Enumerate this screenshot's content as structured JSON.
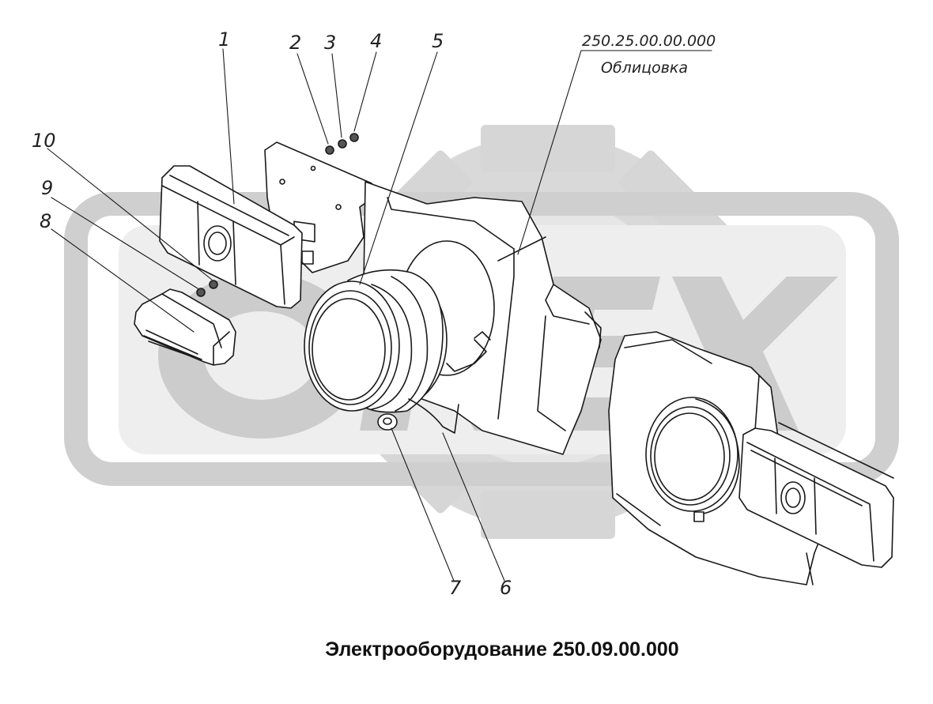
{
  "caption": "Электрооборудование 250.09.00.000",
  "reference": {
    "code": "250.25.00.00.000",
    "name": "Облицовка"
  },
  "watermark": {
    "text": "ORE X",
    "color": "#d6d6d6"
  },
  "callouts": [
    {
      "id": "1",
      "label": "1"
    },
    {
      "id": "2",
      "label": "2"
    },
    {
      "id": "3",
      "label": "3"
    },
    {
      "id": "4",
      "label": "4"
    },
    {
      "id": "5",
      "label": "5"
    },
    {
      "id": "6",
      "label": "6"
    },
    {
      "id": "7",
      "label": "7"
    },
    {
      "id": "8",
      "label": "8"
    },
    {
      "id": "9",
      "label": "9"
    },
    {
      "id": "10",
      "label": "10"
    }
  ],
  "colors": {
    "line": "#1a1a1a",
    "watermark": "#d6d6d6",
    "background": "#ffffff"
  }
}
